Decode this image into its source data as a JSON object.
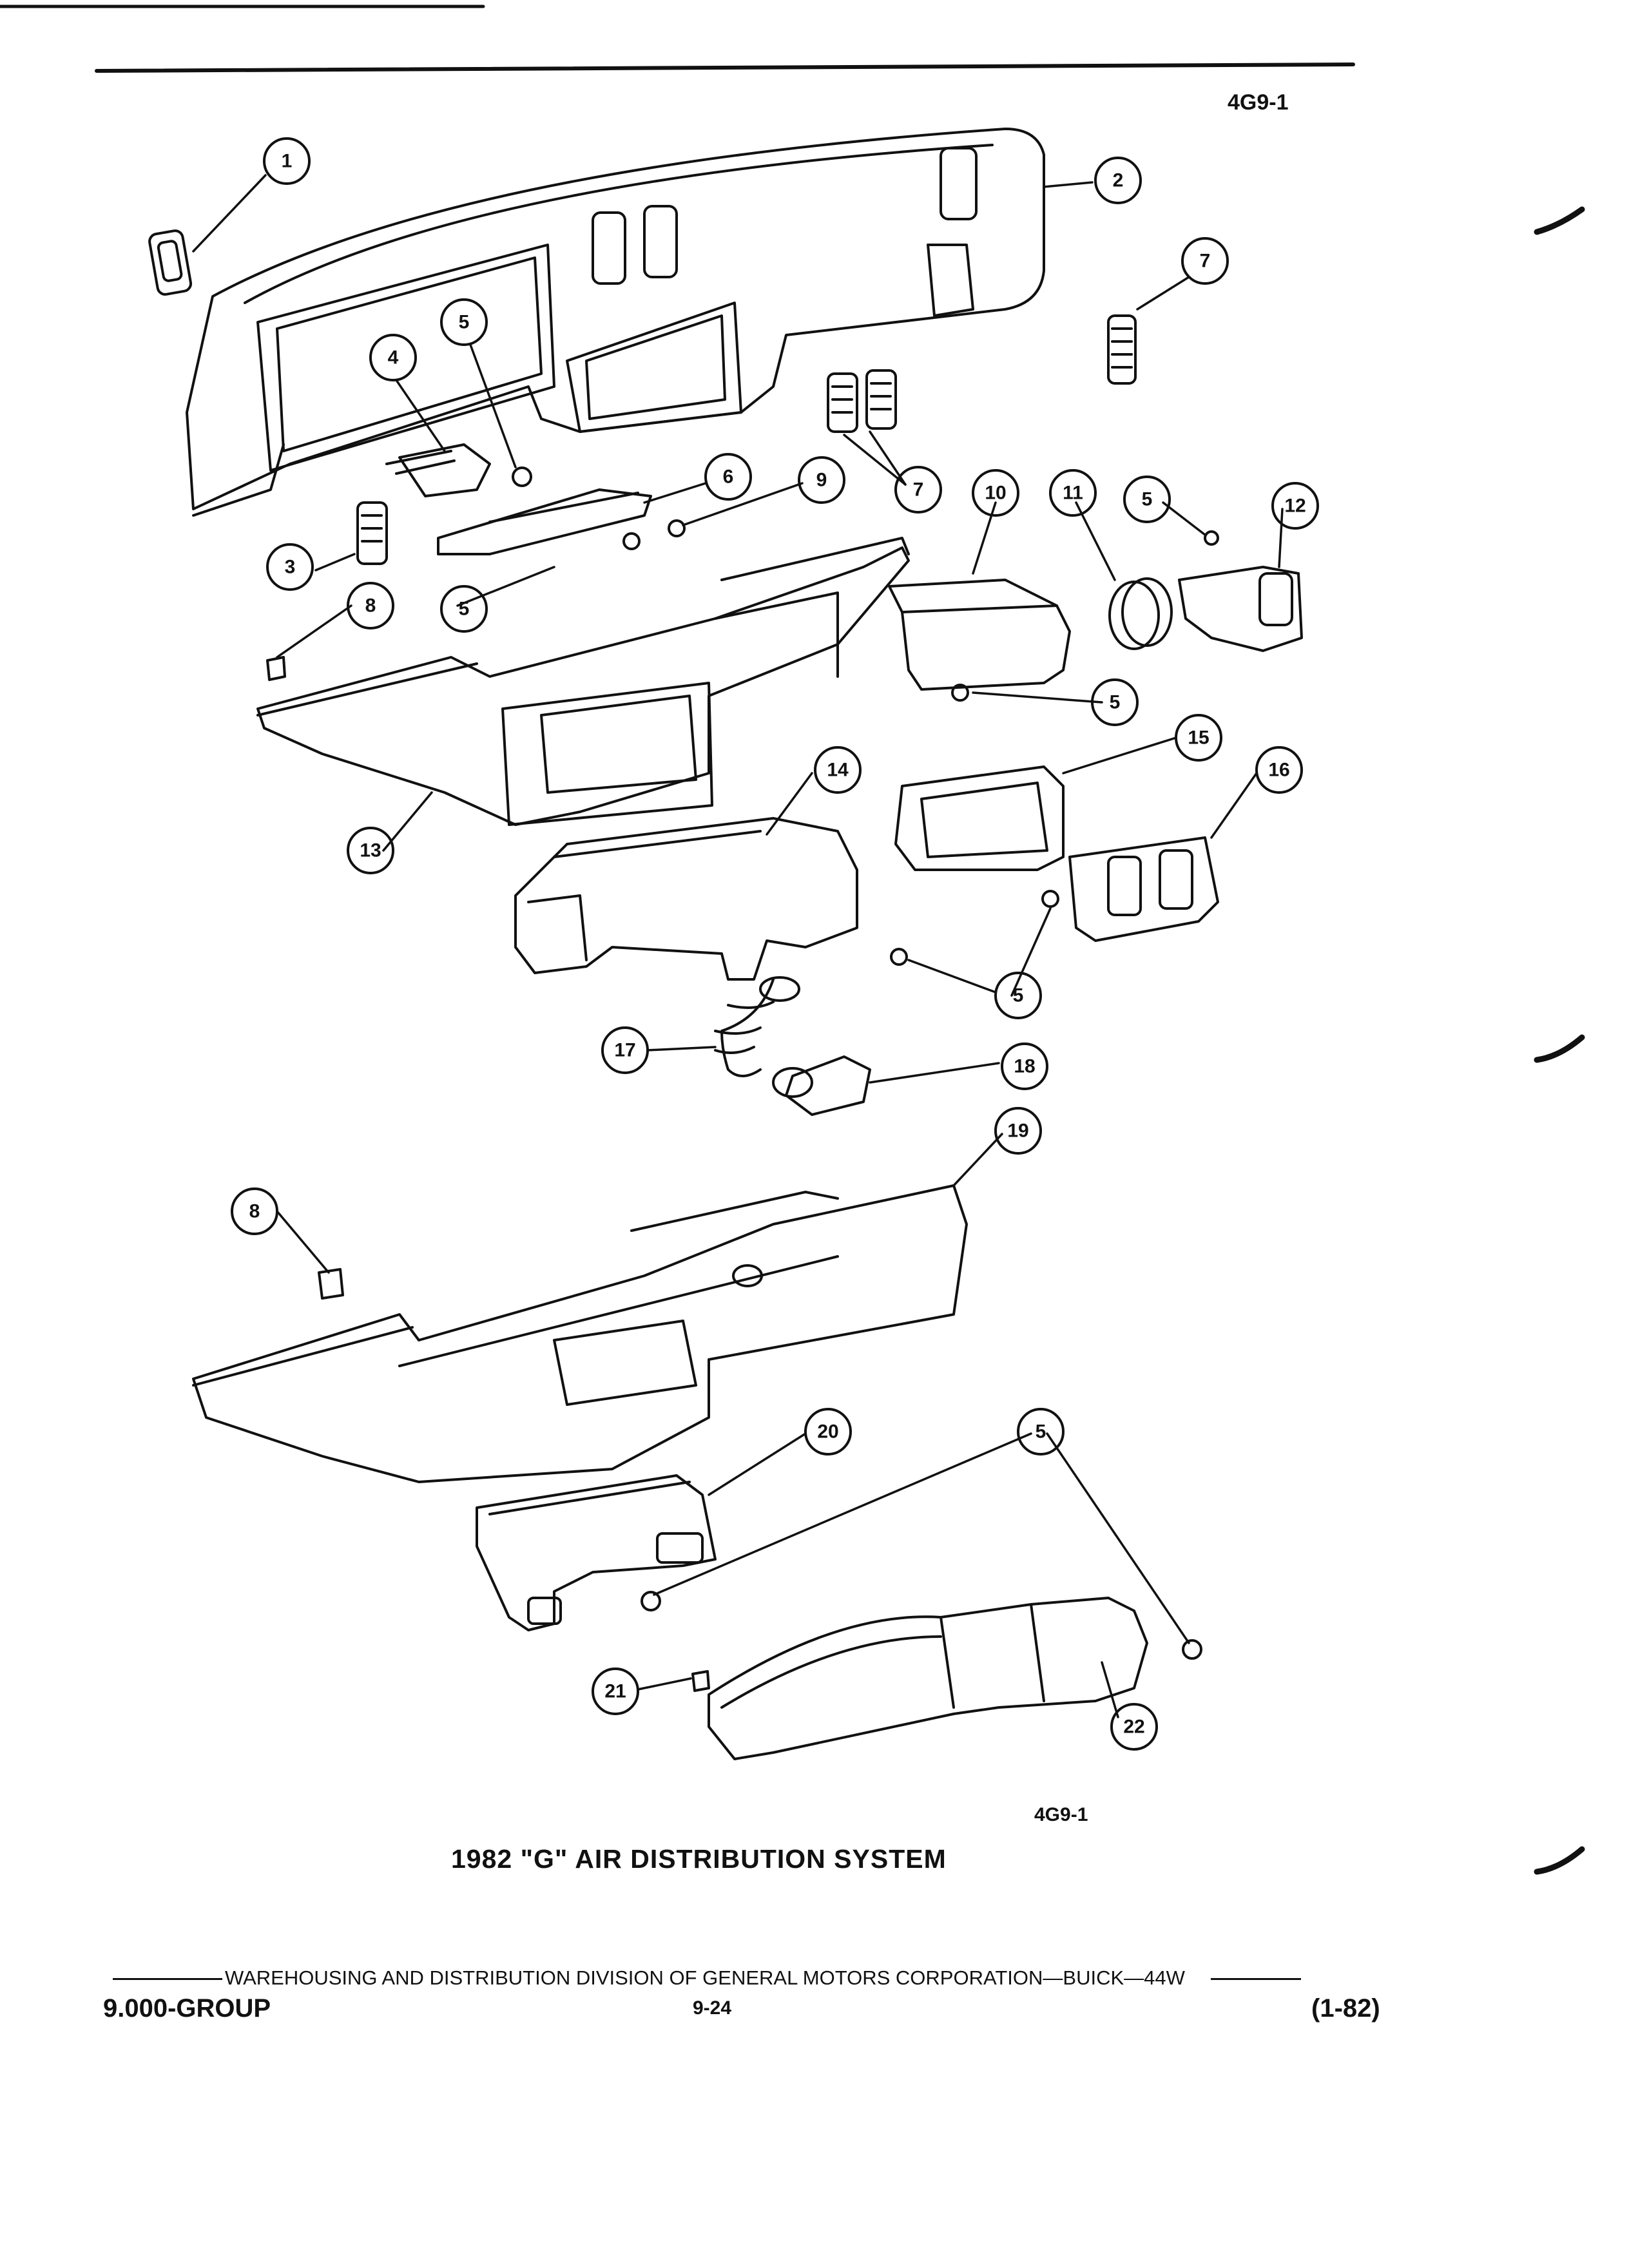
{
  "header": {
    "code": "4G9-1"
  },
  "figure": {
    "id_label": "4G9-1",
    "title": "1982 \"G\" AIR DISTRIBUTION SYSTEM"
  },
  "footer": {
    "line": "WAREHOUSING AND DISTRIBUTION  DIVISION OF GENERAL MOTORS CORPORATION—BUICK—44W",
    "group": "9.000-GROUP",
    "page": "9-24",
    "date": "(1-82)"
  },
  "callouts": [
    {
      "label": "1"
    },
    {
      "label": "2"
    },
    {
      "label": "7"
    },
    {
      "label": "5"
    },
    {
      "label": "4"
    },
    {
      "label": "6"
    },
    {
      "label": "9"
    },
    {
      "label": "7"
    },
    {
      "label": "10"
    },
    {
      "label": "11"
    },
    {
      "label": "5"
    },
    {
      "label": "12"
    },
    {
      "label": "3"
    },
    {
      "label": "8"
    },
    {
      "label": "5"
    },
    {
      "label": "5"
    },
    {
      "label": "15"
    },
    {
      "label": "14"
    },
    {
      "label": "16"
    },
    {
      "label": "13"
    },
    {
      "label": "5"
    },
    {
      "label": "17"
    },
    {
      "label": "18"
    },
    {
      "label": "19"
    },
    {
      "label": "8"
    },
    {
      "label": "20"
    },
    {
      "label": "5"
    },
    {
      "label": "21"
    },
    {
      "label": "22"
    }
  ]
}
